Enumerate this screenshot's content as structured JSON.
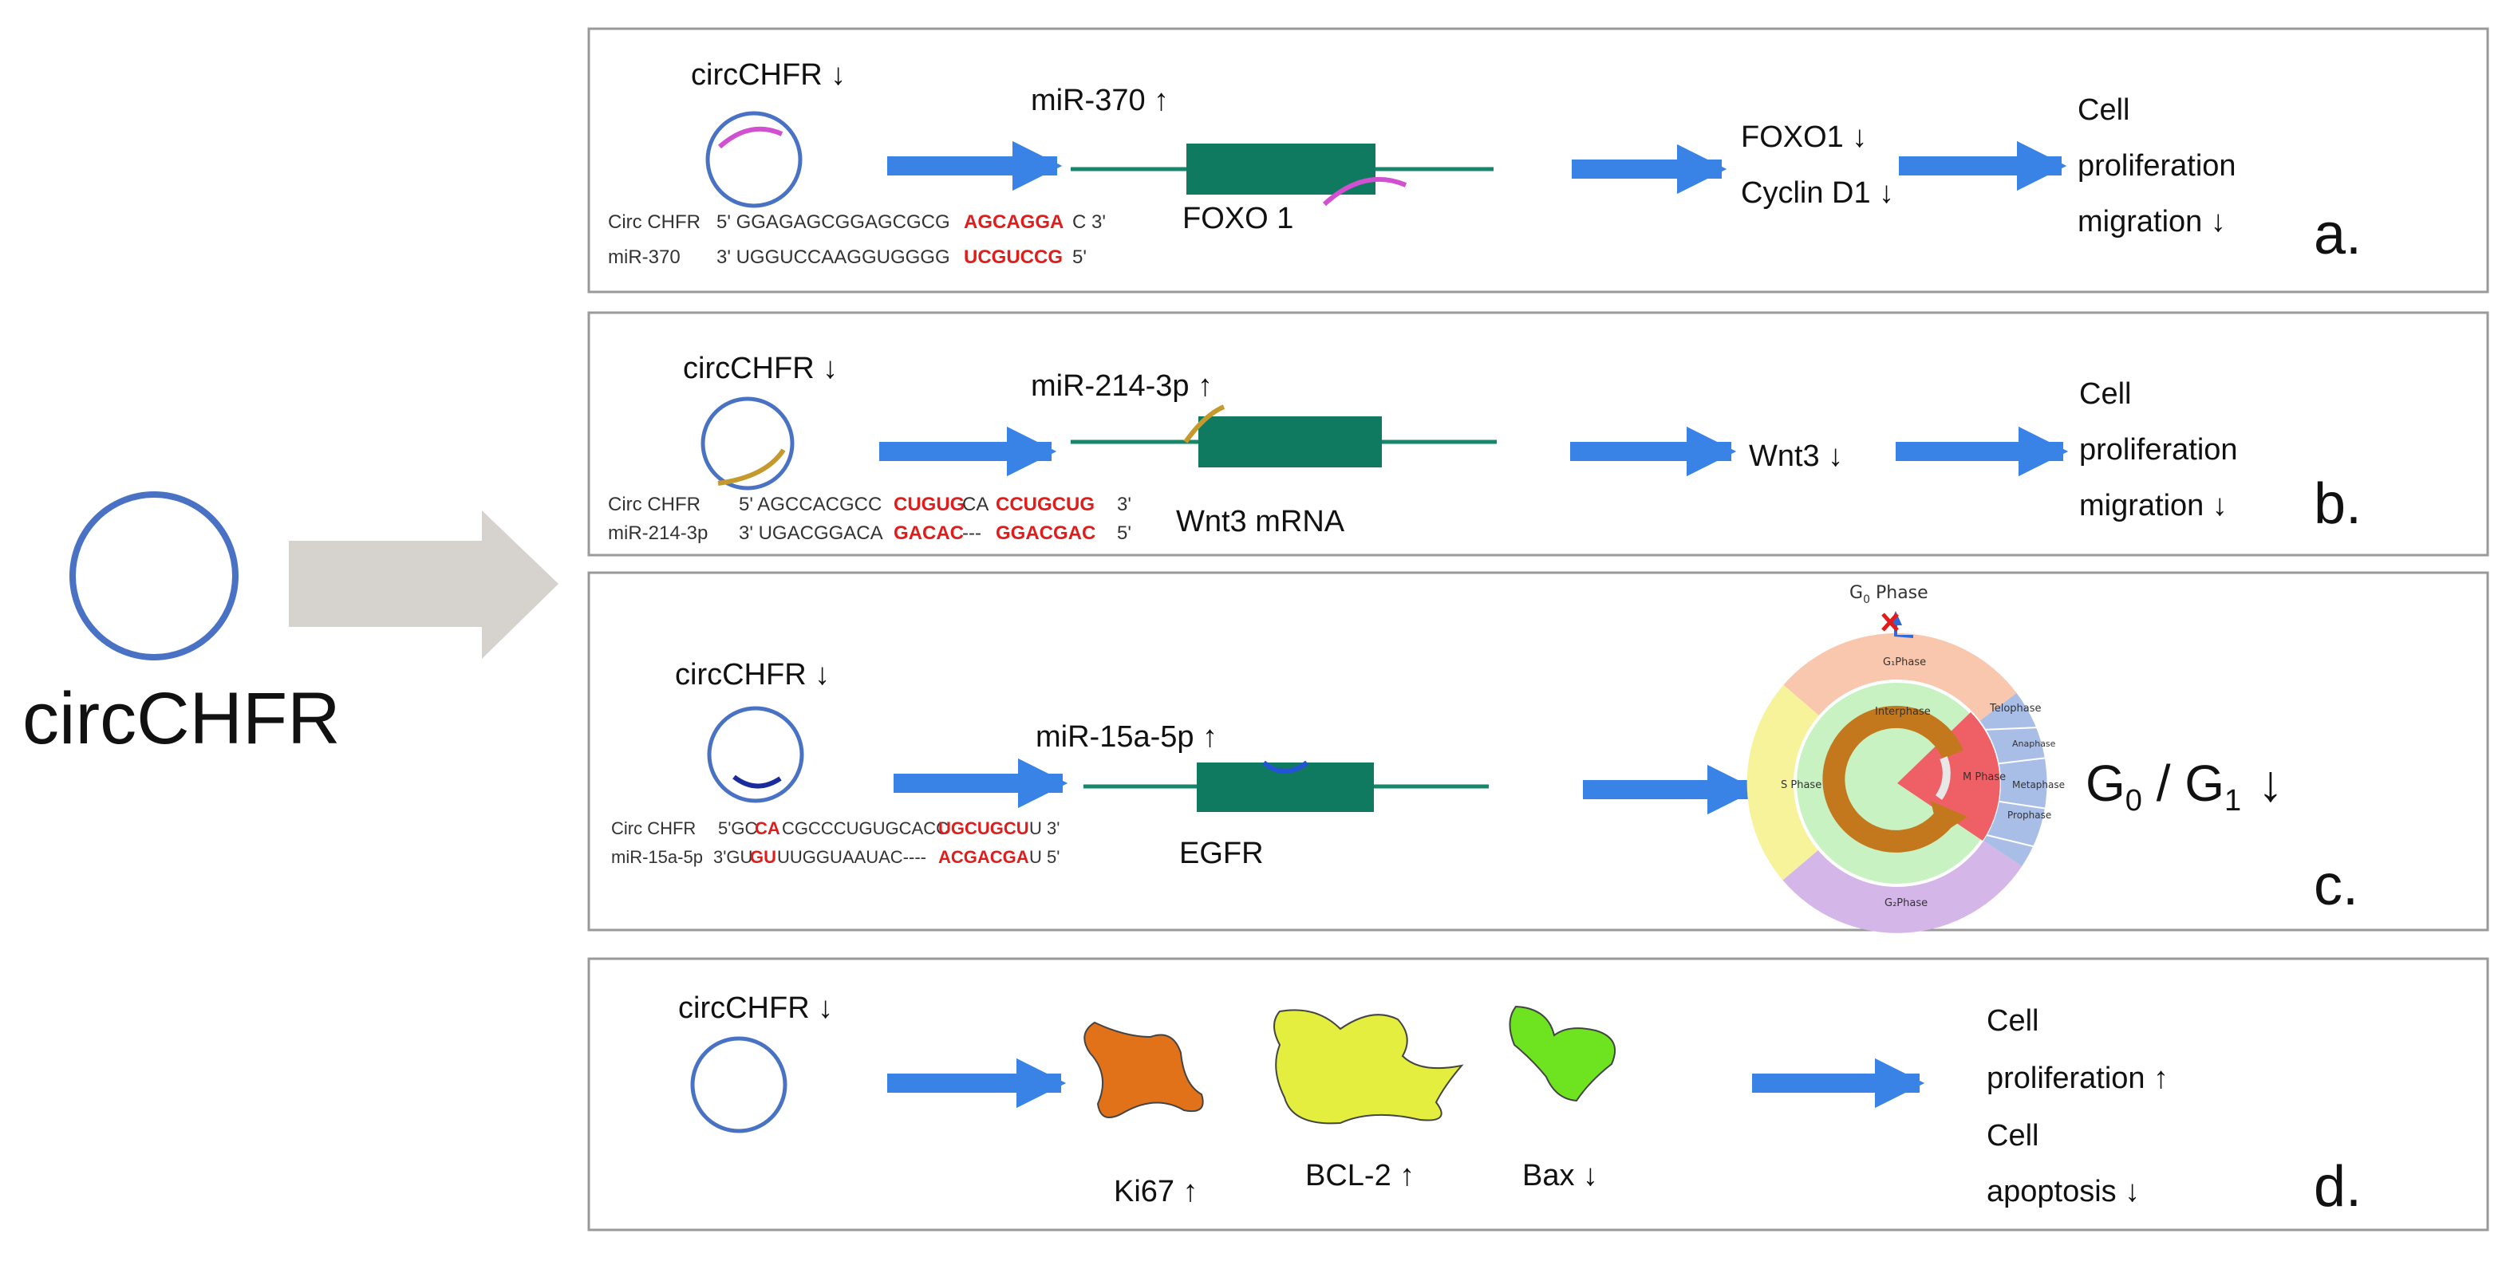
{
  "colors": {
    "arrow": "#3a83e6",
    "big_arrow": "#d6d3cf",
    "circle": "#4a72c4",
    "mrna_line": "#17866a",
    "mrna_box": "#0f7a60",
    "highlight": "#e21b1b",
    "panel_border": "#9a9a9a"
  },
  "main": {
    "label": "circCHFR"
  },
  "panel_a": {
    "circ_label": "circCHFR ↓",
    "mir_label": "miR-370 ↑",
    "gene_label": "FOXO 1",
    "seq1_name": "Circ CHFR",
    "seq1_pre": "5' GGAGAGCGGAGCGCG",
    "seq1_red": "AGCAGGA",
    "seq1_post": "C  3'",
    "seq2_name": "miR-370",
    "seq2_pre": "3' UGGUCCAAGGUGGGG",
    "seq2_red": "UCGUCCG",
    "seq2_post": "5'",
    "target1": "FOXO1 ↓",
    "target2": "Cyclin D1 ↓",
    "out1": "Cell",
    "out2": "proliferation",
    "out3": "migration ↓",
    "letter": "a."
  },
  "panel_b": {
    "circ_label": "circCHFR ↓",
    "mir_label": "miR-214-3p ↑",
    "gene_label": "Wnt3 mRNA",
    "seq1_name": "Circ CHFR",
    "seq1_a": "5' AGCCACGCC",
    "seq1_b": "CUGUG",
    "seq1_c": "CA",
    "seq1_d": "CCUGCUG",
    "seq1_e": "3'",
    "seq2_name": "miR-214-3p",
    "seq2_a": "3' UGACGGACA",
    "seq2_b": "GACAC",
    "seq2_c": "---",
    "seq2_d": "GGACGAC",
    "seq2_e": "5'",
    "target1": "Wnt3 ↓",
    "out1": "Cell",
    "out2": "proliferation",
    "out3": "migration ↓",
    "letter": "b."
  },
  "panel_c": {
    "circ_label": "circCHFR ↓",
    "mir_label": "miR-15a-5p ↑",
    "gene_label": "EGFR",
    "seq1_name": "Circ CHFR",
    "seq1_a": "5'GC",
    "seq1_b": "CA",
    "seq1_c": "CGCCCUGUGCACC",
    "seq1_d": "UGCUGCU",
    "seq1_e": "U  3'",
    "seq2_name": "miR-15a-5p",
    "seq2_a": "3'GU",
    "seq2_b": "GU",
    "seq2_c": "UUGGUAAUAC----",
    "seq2_d": "ACGACGA",
    "seq2_e": "U  5'",
    "cycle": {
      "g0_main": "G",
      "g0_sub": "0",
      "g0_suffix": " Phase",
      "g1": "G₁Phase",
      "s": "S Phase",
      "g2": "G₂Phase",
      "m": "M Phase",
      "interphase": "Interphase",
      "telophase": "Telophase",
      "anaphase": "Anaphase",
      "metaphase": "Metaphase",
      "prophase": "Prophase"
    },
    "g_main1": "G",
    "g_sub1": "0",
    "g_sep": " / G",
    "g_sub2": "1",
    "g_arrow": "↓",
    "letter": "c."
  },
  "panel_d": {
    "circ_label": "circCHFR ↓",
    "ki67": "Ki67 ↑",
    "bcl2": "BCL-2 ↑",
    "bax": "Bax ↓",
    "out1": "Cell",
    "out2": "proliferation ↑",
    "out3": "Cell",
    "out4": "apoptosis ↓",
    "letter": "d."
  }
}
